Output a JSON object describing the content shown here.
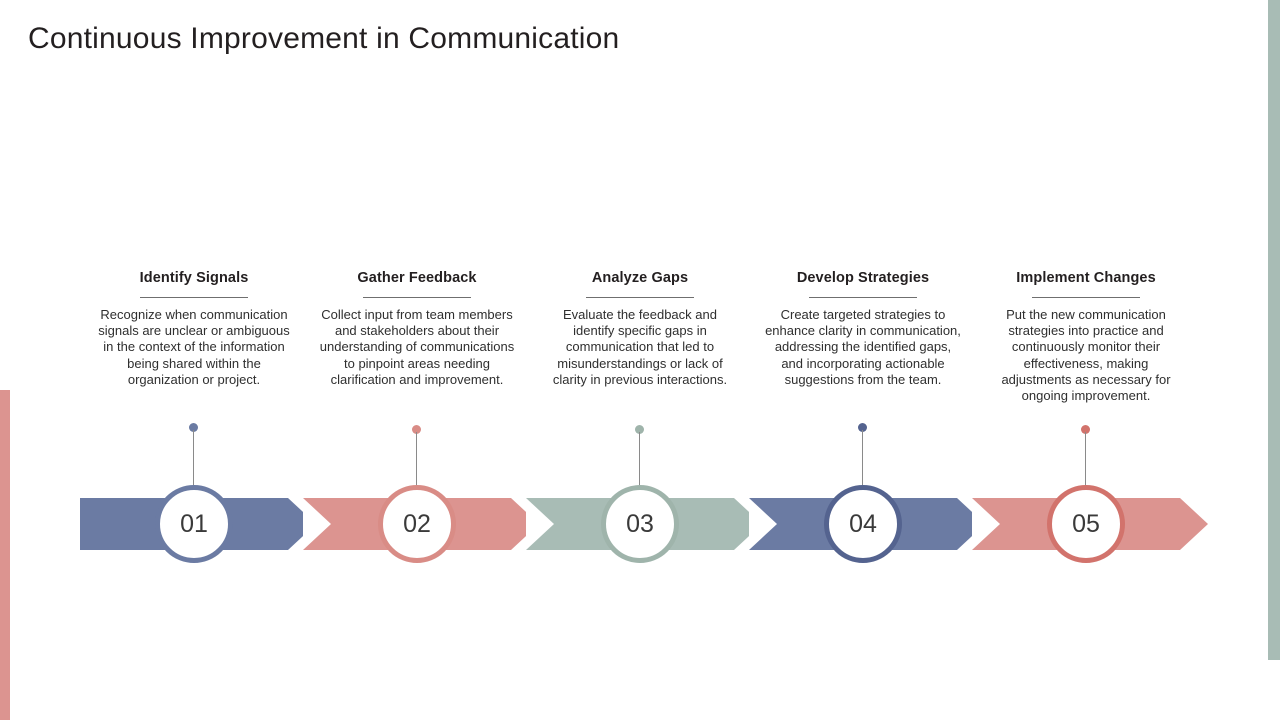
{
  "page": {
    "title": "Continuous Improvement in Communication",
    "accent_green": "#a8bcb5",
    "accent_red": "#dc9490",
    "accent_blue": "#6b7ba3"
  },
  "steps": [
    {
      "number": "01",
      "heading": "Identify Signals",
      "description": "Recognize when communication signals are unclear or ambiguous in the context of the information being shared within the organization or project.",
      "arrow_color": "#6b7ba3",
      "circle_color": "#6b7ba3"
    },
    {
      "number": "02",
      "heading": "Gather Feedback",
      "description": "Collect input from team members and stakeholders about their understanding of communications to pinpoint areas needing clarification and improvement.",
      "arrow_color": "#dc9490",
      "circle_color": "#d98c86"
    },
    {
      "number": "03",
      "heading": "Analyze Gaps",
      "description": "Evaluate the feedback and identify specific gaps in communication that led to misunderstandings or lack of clarity in previous interactions.",
      "arrow_color": "#a8bcb5",
      "circle_color": "#9fb4ab"
    },
    {
      "number": "04",
      "heading": "Develop Strategies",
      "description": "Create targeted strategies to enhance clarity in communication, addressing the identified gaps, and incorporating actionable suggestions from the team.",
      "arrow_color": "#6b7ba3",
      "circle_color": "#54638f"
    },
    {
      "number": "05",
      "heading": "Implement Changes",
      "description": "Put the new communication strategies into practice and continuously monitor their effectiveness, making adjustments as necessary for ongoing improvement.",
      "arrow_color": "#dc9490",
      "circle_color": "#d2736c"
    }
  ]
}
